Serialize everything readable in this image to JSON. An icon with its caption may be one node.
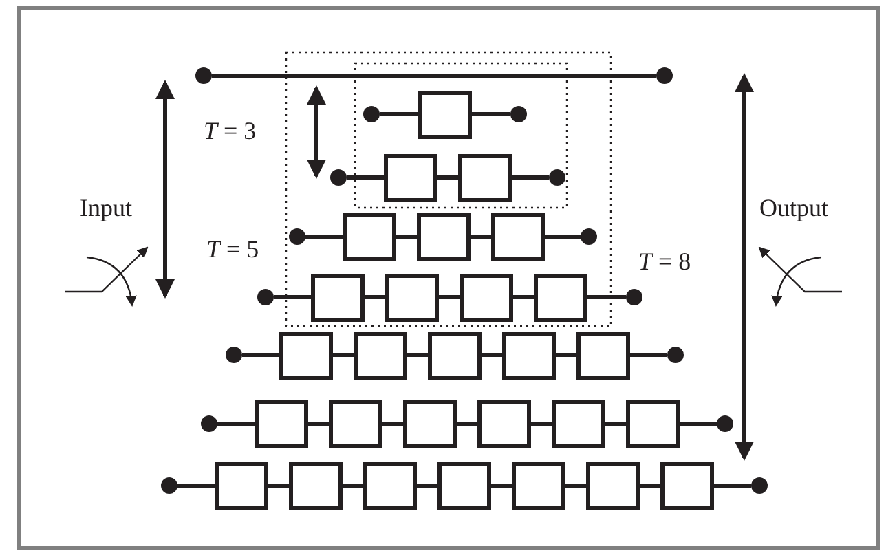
{
  "diagram": {
    "nodes": [
      {
        "text": [],
        "shape": "circle"
      },
      {
        "text": [],
        "shape": "circle"
      },
      {
        "text": [],
        "shape": "circle"
      },
      {
        "text": [],
        "shape": "box"
      },
      {
        "text": [],
        "shape": "circle"
      },
      {
        "text": [],
        "shape": "circle"
      },
      {
        "text": [],
        "shape": "box"
      },
      {
        "text": [],
        "shape": "box"
      },
      {
        "text": [],
        "shape": "circle"
      },
      {
        "text": [],
        "shape": "circle"
      },
      {
        "text": [],
        "shape": "box"
      },
      {
        "text": [],
        "shape": "box"
      },
      {
        "text": [],
        "shape": "box"
      },
      {
        "text": [],
        "shape": "circle"
      },
      {
        "text": [],
        "shape": "circle"
      },
      {
        "text": [],
        "shape": "box"
      },
      {
        "text": [],
        "shape": "box"
      },
      {
        "text": [],
        "shape": "box"
      },
      {
        "text": [],
        "shape": "box"
      },
      {
        "text": [],
        "shape": "circle"
      },
      {
        "text": [],
        "shape": "circle"
      },
      {
        "text": [],
        "shape": "box"
      },
      {
        "text": [],
        "shape": "box"
      },
      {
        "text": [],
        "shape": "box"
      },
      {
        "text": [],
        "shape": "box"
      },
      {
        "text": [],
        "shape": "box"
      },
      {
        "text": [],
        "shape": "circle"
      },
      {
        "text": [],
        "shape": "circle"
      },
      {
        "text": [],
        "shape": "box"
      },
      {
        "text": [],
        "shape": "box"
      },
      {
        "text": [],
        "shape": "box"
      },
      {
        "text": [],
        "shape": "box"
      },
      {
        "text": [],
        "shape": "box"
      },
      {
        "text": [],
        "shape": "box"
      },
      {
        "text": [],
        "shape": "circle"
      },
      {
        "text": [],
        "shape": "circle"
      },
      {
        "text": [],
        "shape": "box"
      },
      {
        "text": [],
        "shape": "box"
      },
      {
        "text": [],
        "shape": "box"
      },
      {
        "text": [],
        "shape": "box"
      },
      {
        "text": [],
        "shape": "box"
      },
      {
        "text": [],
        "shape": "box"
      },
      {
        "text": [],
        "shape": "box"
      },
      {
        "text": [],
        "shape": "circle"
      }
    ],
    "edges": [
      {
        "from": 0,
        "to": 1,
        "arrow": "none"
      },
      {
        "from": 2,
        "to": 3,
        "arrow": "none"
      },
      {
        "from": 3,
        "to": 4,
        "arrow": "none"
      },
      {
        "from": 5,
        "to": 6,
        "arrow": "none"
      },
      {
        "from": 6,
        "to": 7,
        "arrow": "none"
      },
      {
        "from": 7,
        "to": 8,
        "arrow": "none"
      },
      {
        "from": 9,
        "to": 10,
        "arrow": "none"
      },
      {
        "from": 10,
        "to": 11,
        "arrow": "none"
      },
      {
        "from": 11,
        "to": 12,
        "arrow": "none"
      },
      {
        "from": 12,
        "to": 13,
        "arrow": "none"
      },
      {
        "from": 14,
        "to": 15,
        "arrow": "none"
      },
      {
        "from": 15,
        "to": 16,
        "arrow": "none"
      },
      {
        "from": 16,
        "to": 17,
        "arrow": "none"
      },
      {
        "from": 17,
        "to": 18,
        "arrow": "none"
      },
      {
        "from": 18,
        "to": 19,
        "arrow": "none"
      },
      {
        "from": 20,
        "to": 21,
        "arrow": "none"
      },
      {
        "from": 21,
        "to": 22,
        "arrow": "none"
      },
      {
        "from": 22,
        "to": 23,
        "arrow": "none"
      },
      {
        "from": 23,
        "to": 24,
        "arrow": "none"
      },
      {
        "from": 24,
        "to": 25,
        "arrow": "none"
      },
      {
        "from": 25,
        "to": 26,
        "arrow": "none"
      },
      {
        "from": 27,
        "to": 28,
        "arrow": "none"
      },
      {
        "from": 28,
        "to": 29,
        "arrow": "none"
      },
      {
        "from": 29,
        "to": 30,
        "arrow": "none"
      },
      {
        "from": 30,
        "to": 31,
        "arrow": "none"
      },
      {
        "from": 31,
        "to": 32,
        "arrow": "none"
      },
      {
        "from": 32,
        "to": 33,
        "arrow": "none"
      },
      {
        "from": 33,
        "to": 34,
        "arrow": "none"
      },
      {
        "from": 35,
        "to": 36,
        "arrow": "none"
      },
      {
        "from": 36,
        "to": 37,
        "arrow": "none"
      },
      {
        "from": 37,
        "to": 38,
        "arrow": "none"
      },
      {
        "from": 38,
        "to": 39,
        "arrow": "none"
      },
      {
        "from": 39,
        "to": 40,
        "arrow": "none"
      },
      {
        "from": 40,
        "to": 41,
        "arrow": "none"
      },
      {
        "from": 41,
        "to": 42,
        "arrow": "none"
      },
      {
        "from": 42,
        "to": 43,
        "arrow": "none"
      }
    ],
    "labels": [
      "*T* = 3",
      "Input",
      "Output",
      "*T* = 5",
      "*T* = 8"
    ]
  }
}
